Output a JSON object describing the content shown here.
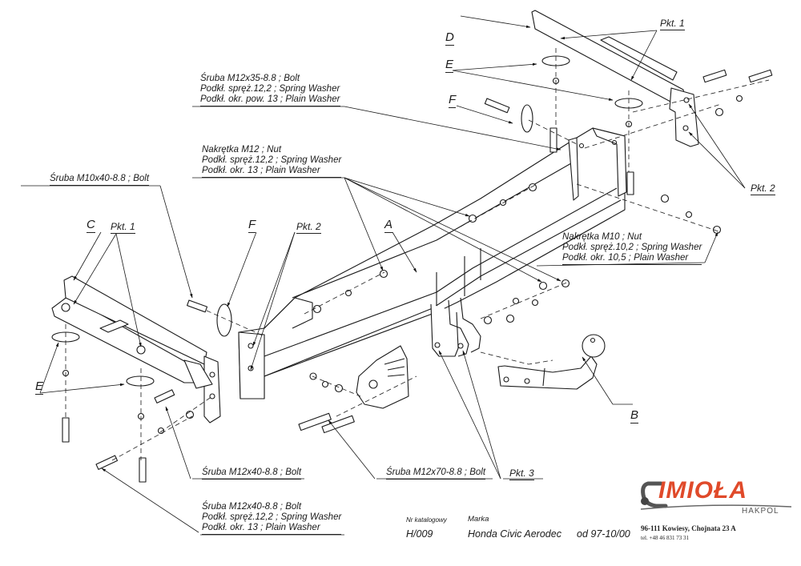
{
  "diagram": {
    "title": "Honda Civic Aerodec tow bar assembly",
    "colors": {
      "line": "#1a1a1a",
      "brand_red": "#e04a2a",
      "brand_gray": "#555555"
    }
  },
  "parts": {
    "A": "A",
    "B": "B",
    "C": "C",
    "D": "D",
    "E_right": "E",
    "E_left": "E",
    "F_right": "F",
    "F_left": "F"
  },
  "points": {
    "pkt1_right": "Pkt. 1",
    "pkt2_right": "Pkt. 2",
    "pkt1_left": "Pkt. 1",
    "pkt2_left": "Pkt. 2",
    "pkt3": "Pkt. 3"
  },
  "notes": {
    "bolt_m12x35": [
      "Śruba M12x35-8.8 ;  Bolt",
      "Podkł. spręż.12,2 ; Spring Washer",
      "Podkł. okr. pow. 13 ; Plain Washer"
    ],
    "nut_m12": [
      "Nakrętka  M12 ; Nut",
      "Podkł. spręż.12,2 ; Spring Washer",
      "Podkł. okr. 13 ; Plain Washer"
    ],
    "bolt_m10x40": [
      "Śruba M10x40-8.8 ;  Bolt"
    ],
    "nut_m10": [
      "Nakrętka  M10 ; Nut",
      "Podkł. spręż.10,2 ; Spring Washer",
      "Podkł. okr. 10,5 ; Plain Washer"
    ],
    "bolt_m12x40_single": [
      "Śruba M12x40-8.8 ;  Bolt"
    ],
    "bolt_m12x70": [
      "Śruba M12x70-8.8 ;  Bolt"
    ],
    "bolt_m12x40_set": [
      "Śruba M12x40-8.8 ;  Bolt",
      "Podkł. spręż.12,2 ; Spring Washer",
      "Podkł. okr. 13 ; Plain Washer"
    ]
  },
  "footer": {
    "catalog_label": "Nr katalogowy",
    "catalog_value": "H/009",
    "brand_label": "Marka",
    "brand_value": "Honda Civic Aerodec",
    "date_value": "od 97-10/00"
  },
  "company": {
    "logo_name": "IMIOŁA",
    "logo_sub": "HAKPOL",
    "address": "96-111 Kowiesy, Chojnata 23 A",
    "phone": "tel. +48 46 831 73 31"
  }
}
